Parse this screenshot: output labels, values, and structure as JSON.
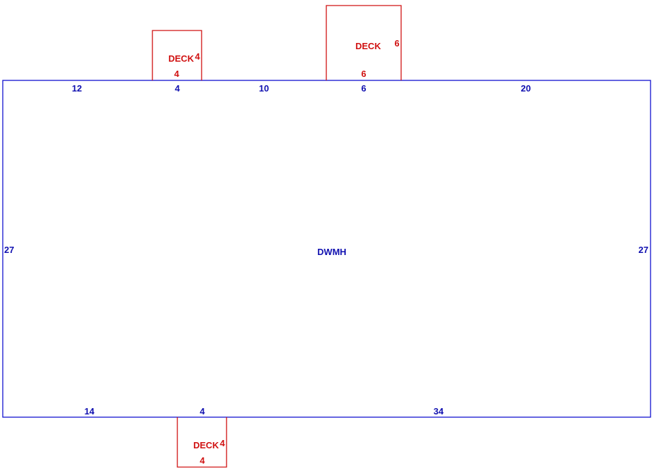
{
  "diagram": {
    "main_area_label": "DWMH",
    "colors": {
      "house": "#1010d0",
      "deck": "#d01010"
    },
    "house_dimensions": {
      "top": [
        "12",
        "4",
        "10",
        "6",
        "20"
      ],
      "bottom": [
        "14",
        "4",
        "34"
      ],
      "left": "27",
      "right": "27"
    },
    "decks": [
      {
        "label": "DECK",
        "width": "4",
        "depth": "4"
      },
      {
        "label": "DECK",
        "width": "6",
        "depth": "6"
      },
      {
        "label": "DECK",
        "width": "4",
        "depth": "4"
      }
    ]
  }
}
